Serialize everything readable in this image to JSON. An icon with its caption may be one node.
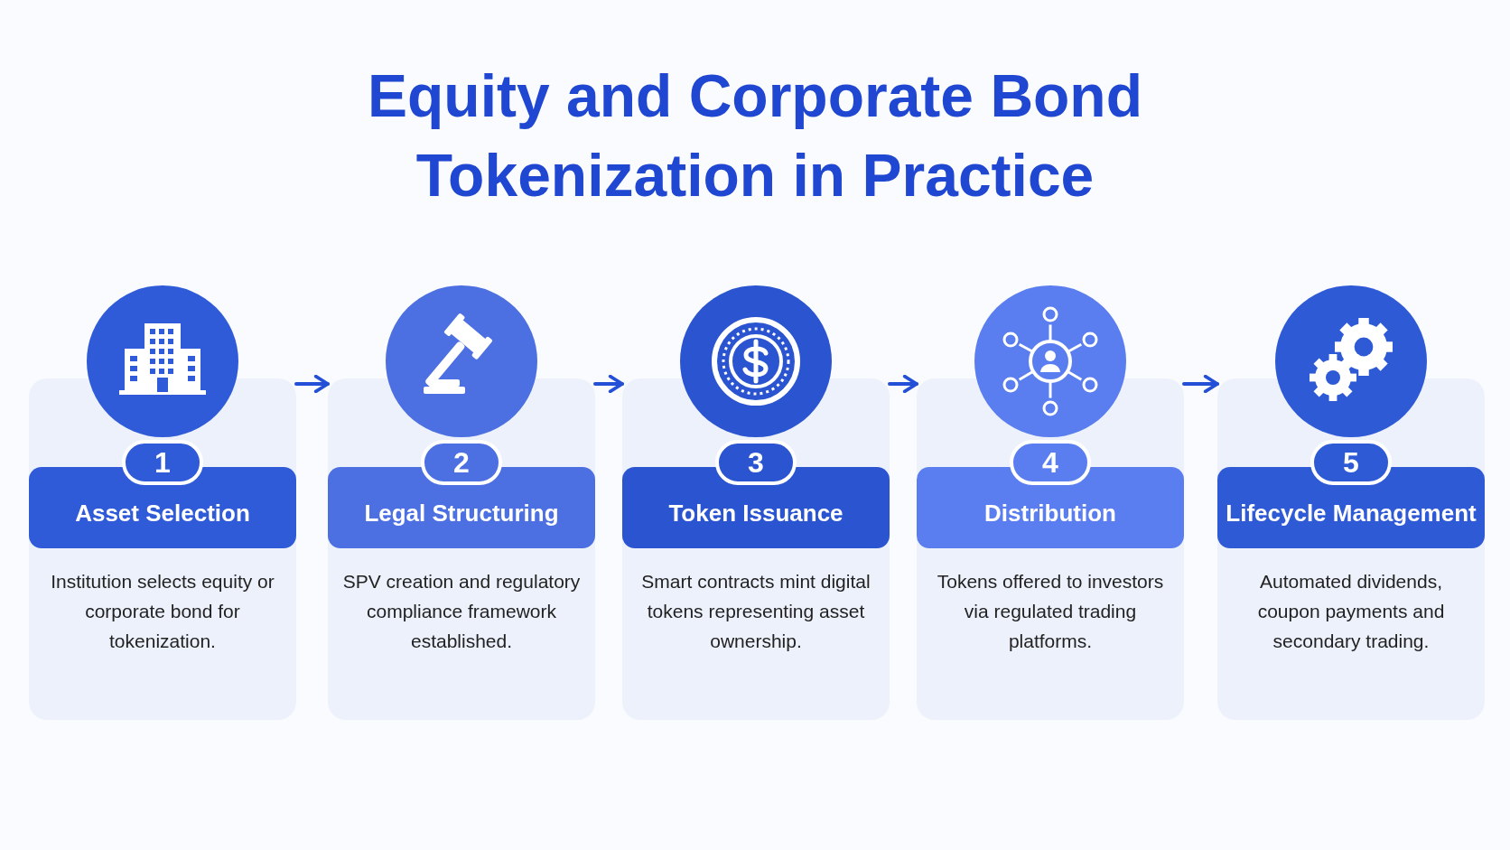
{
  "diagram": {
    "title": "Equity and Corporate Bond Tokenization in Practice",
    "nodes": [
      {
        "text": [
          "1",
          "Asset Selection",
          "Institution selects equity or corporate bond for tokenization."
        ]
      },
      {
        "text": [
          "2",
          "Legal Structuring",
          "SPV creation and regulatory compliance framework established."
        ]
      },
      {
        "text": [
          "3",
          "Token Issuance",
          "Smart contracts mint digital tokens representing asset ownership."
        ]
      },
      {
        "text": [
          "4",
          "Distribution",
          "Tokens offered to investors via regulated trading platforms."
        ]
      },
      {
        "text": [
          "5",
          "Lifecycle Management",
          "Automated dividends, coupon payments and secondary trading."
        ]
      }
    ],
    "edges": [
      {
        "from": 0,
        "to": 1,
        "arrow": "to"
      },
      {
        "from": 1,
        "to": 2,
        "arrow": "to"
      },
      {
        "from": 2,
        "to": 3,
        "arrow": "to"
      },
      {
        "from": 3,
        "to": 4,
        "arrow": "to"
      }
    ]
  }
}
